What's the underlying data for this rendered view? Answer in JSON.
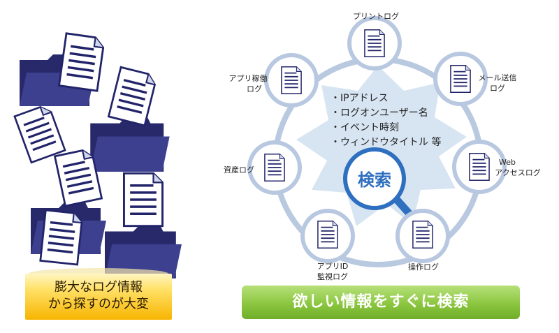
{
  "left": {
    "caption_line1": "膨大なログ情報",
    "caption_line2": "から探すのが大変"
  },
  "right": {
    "banner": "欲しい情報をすぐに検索",
    "search_label": "検索",
    "attributes": [
      "・IPアドレス",
      "・ログオンユーザー名",
      "・イベント時刻",
      "・ウィンドウタイトル 等"
    ],
    "nodes": [
      {
        "id": "print",
        "label": [
          "プリントログ"
        ]
      },
      {
        "id": "mail",
        "label": [
          "メール送信",
          "ログ"
        ]
      },
      {
        "id": "web",
        "label": [
          "Web",
          "アクセスログ"
        ]
      },
      {
        "id": "operation",
        "label": [
          "操作ログ"
        ]
      },
      {
        "id": "appid",
        "label": [
          "アプリID",
          "監視ログ"
        ]
      },
      {
        "id": "asset",
        "label": [
          "資産ログ"
        ]
      },
      {
        "id": "appuse",
        "label": [
          "アプリ稼働",
          "ログ"
        ]
      }
    ]
  },
  "colors": {
    "folder": "#27296b",
    "folder_light": "#3d3f8f",
    "ring": "#b9c9e0",
    "node_border": "#b8c8e0",
    "star": "#d7e5f3",
    "search_blue": "#2e6fc0",
    "doc_line": "#22246a",
    "banner_green": "#8cc63f",
    "banner_yellow": "#ffd23a"
  },
  "icons": [
    "folder-icon",
    "document-icon",
    "magnifier-icon"
  ]
}
